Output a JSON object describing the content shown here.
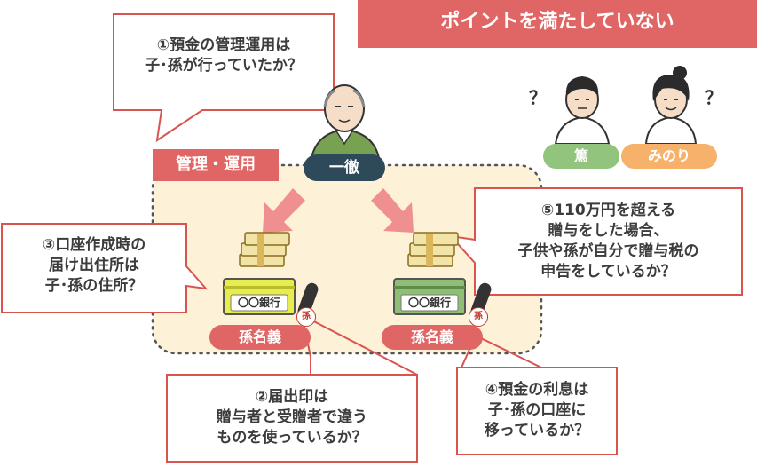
{
  "title": "ポイントを満たしていない",
  "management_label": "管理・運用",
  "people": {
    "grandfather": "一徹",
    "child1": "篤",
    "child2": "みのり",
    "question_mark": "？"
  },
  "accounts": {
    "bank_label": "〇〇銀行",
    "owner_label": "孫名義",
    "seal_char": "孫"
  },
  "points": {
    "p1": "①預金の管理運用は\n子･孫が行っていたか？",
    "p2": "②届出印は\n贈与者と受贈者で違う\nものを使っているか？",
    "p3": "③口座作成時の\n届け出住所は\n子･孫の住所？",
    "p4": "④預金の利息は\n子･孫の口座に\n移っているか？",
    "p5": "⑤110万円を超える\n贈与をした場合、\n子供や孫が自分で贈与税の\n申告をしているか？"
  },
  "colors": {
    "accent_red": "#e06666",
    "bubble_border": "#d9534f",
    "area_fill": "#fdf1d8",
    "dark_tag": "#2e4a5a",
    "green_tag": "#93c47d",
    "orange_tag": "#f6b26b",
    "bank_yellow": "#e6ed4c",
    "bank_green": "#8fbf74"
  }
}
